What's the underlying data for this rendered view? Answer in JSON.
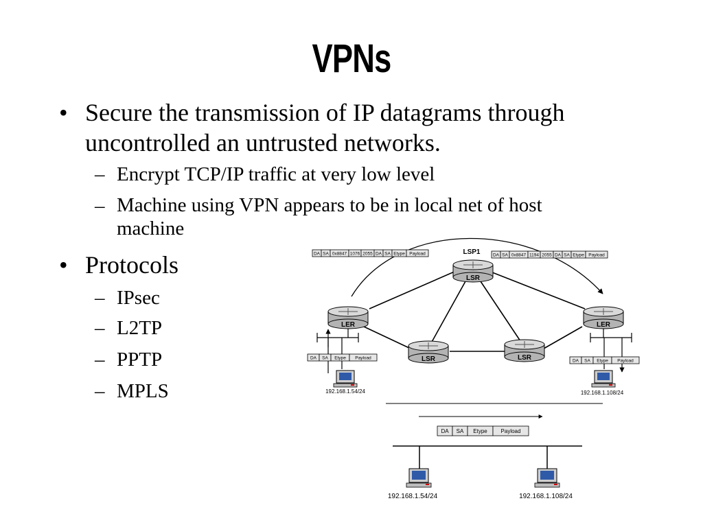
{
  "slide": {
    "title": "VPNs",
    "bullets": [
      {
        "text": "Secure the transmission of IP datagrams through uncontrolled an untrusted networks.",
        "line1": "Secure the transmission of IP datagrams through",
        "line2": "uncontrolled an untrusted networks.",
        "subs": [
          "Encrypt TCP/IP traffic at very low level",
          {
            "line1": "Machine using VPN appears to be in local net of host",
            "line2": "machine"
          }
        ]
      },
      {
        "text": "Protocols",
        "subs": [
          "IPsec",
          "L2TP",
          "PPTP",
          "MPLS"
        ]
      }
    ],
    "bullet_glyph": "•",
    "dash_glyph": "–"
  },
  "diagram": {
    "lsp_label": "LSP1",
    "routers": {
      "ler": "LER",
      "lsr": "LSR"
    },
    "header_left": [
      "DA",
      "SA",
      "0x8847",
      "1076",
      "2055",
      "DA",
      "SA",
      "Etype",
      "Payload"
    ],
    "header_right": [
      "DA",
      "SA",
      "0x8847",
      "1194",
      "2055",
      "DA",
      "SA",
      "Etype",
      "Payload"
    ],
    "frame": [
      "DA",
      "SA",
      "Etype",
      "Payload"
    ],
    "hosts": {
      "left": "192.168.1.54/24",
      "right": "192.168.1.108/24"
    }
  }
}
